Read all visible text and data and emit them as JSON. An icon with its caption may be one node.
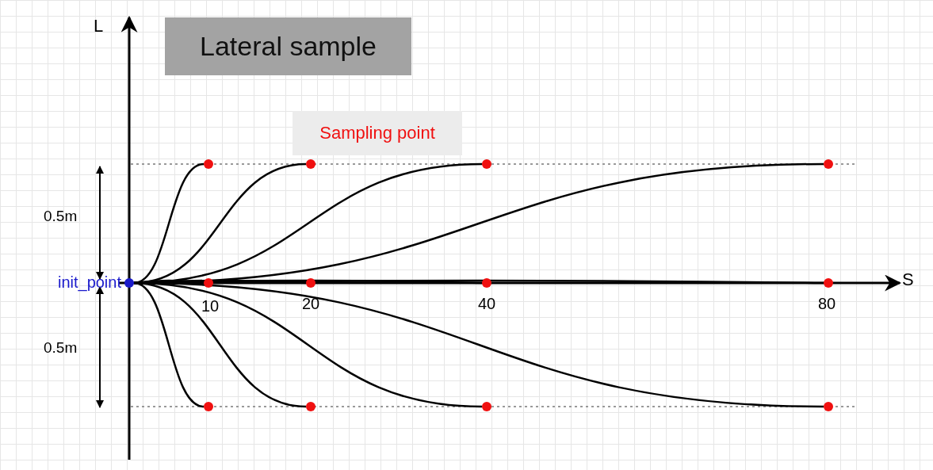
{
  "diagram": {
    "title": "Lateral sample",
    "nodes": [
      {
        "text": [],
        "shape": "circle",
        "beside": [
          "init_point"
        ]
      },
      {
        "text": [],
        "shape": "circle"
      },
      {
        "text": [],
        "shape": "circle"
      },
      {
        "text": [],
        "shape": "circle"
      },
      {
        "text": [],
        "shape": "circle"
      },
      {
        "text": [],
        "shape": "circle"
      },
      {
        "text": [],
        "shape": "circle"
      },
      {
        "text": [],
        "shape": "circle"
      },
      {
        "text": [],
        "shape": "circle"
      },
      {
        "text": [],
        "shape": "circle"
      },
      {
        "text": [],
        "shape": "circle"
      },
      {
        "text": [],
        "shape": "circle"
      },
      {
        "text": [],
        "shape": "circle"
      }
    ],
    "edges": [
      {
        "from": 0,
        "to": 1,
        "arrow": "none"
      },
      {
        "from": 0,
        "to": 2,
        "arrow": "none"
      },
      {
        "from": 0,
        "to": 3,
        "arrow": "none"
      },
      {
        "from": 0,
        "to": 4,
        "arrow": "none"
      },
      {
        "from": 0,
        "to": 5,
        "arrow": "none"
      },
      {
        "from": 0,
        "to": 6,
        "arrow": "none"
      },
      {
        "from": 0,
        "to": 7,
        "arrow": "none"
      },
      {
        "from": 0,
        "to": 8,
        "arrow": "none"
      },
      {
        "from": 0,
        "to": 9,
        "arrow": "none"
      },
      {
        "from": 0,
        "to": 10,
        "arrow": "none"
      },
      {
        "from": 0,
        "to": 11,
        "arrow": "none"
      },
      {
        "from": 0,
        "to": 12,
        "arrow": "none"
      }
    ],
    "labels": [
      "L",
      "Sampling point",
      "0.5m",
      "0.5m",
      "10",
      "20",
      "40",
      "80",
      "S"
    ]
  }
}
